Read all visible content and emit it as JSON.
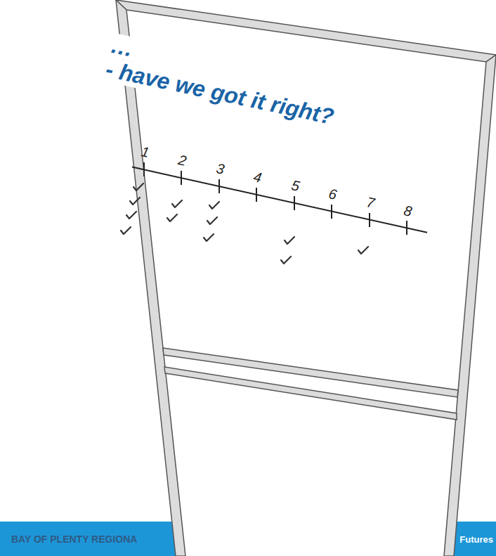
{
  "diagram": {
    "nodes": [
      {
        "text": [
          "…",
          "- have we got it right?"
        ]
      },
      {
        "text": [
          "BAY OF PLENTY REGIONA",
          "Futures"
        ]
      }
    ],
    "labels": [
      "1",
      "2",
      "3",
      "4",
      "5",
      "6",
      "7",
      "8"
    ]
  }
}
